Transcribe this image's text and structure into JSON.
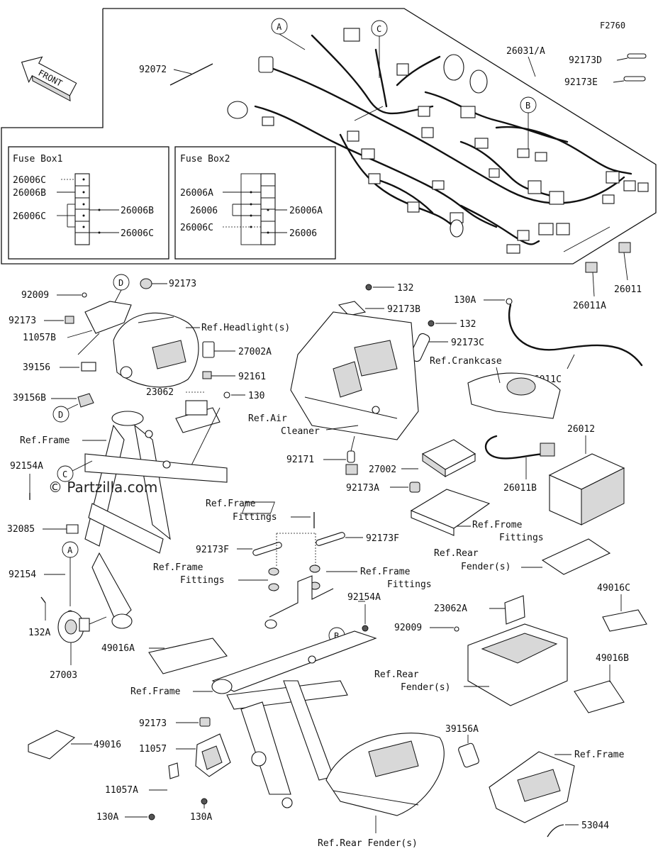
{
  "diagram_id": "F2760",
  "front_label": "FRONT",
  "watermark": "© Partzilla.com",
  "fuse_box1": {
    "title": "Fuse Box1",
    "left": [
      "26006C",
      "26006B",
      "26006C"
    ],
    "right": [
      "26006B",
      "26006C"
    ]
  },
  "fuse_box2": {
    "title": "Fuse Box2",
    "left": [
      "26006A",
      "26006",
      "26006C"
    ],
    "right": [
      "26006A",
      "26006"
    ]
  },
  "callouts": {
    "A": "A",
    "B": "B",
    "C": "C",
    "D": "D"
  },
  "labels": {
    "p92072": "92072",
    "p26031A": "26031/A",
    "p92173D": "92173D",
    "p92173E": "92173E",
    "p26011": "26011",
    "p26011A": "26011A",
    "p92009a": "92009",
    "p92173a": "92173",
    "p92173b": "92173",
    "p11057B": "11057B",
    "p39156": "39156",
    "p39156B": "39156B",
    "refHeadlight": "Ref.Headlight(s)",
    "p27002A": "27002A",
    "p92161": "92161",
    "p23062": "23062",
    "p130": "130",
    "refFrame1": "Ref.Frame",
    "p92154A": "92154A",
    "p32085": "32085",
    "p92154": "92154",
    "p132A": "132A",
    "p27003": "27003",
    "p132a": "132",
    "p132b": "132",
    "p92173B": "92173B",
    "p92173C": "92173C",
    "refAir1": "Ref.Air",
    "refAir2": "Cleaner",
    "p92171": "92171",
    "p130A1": "130A",
    "refCrankcase": "Ref.Crankcase",
    "p26011C": "26011C",
    "p26012": "26012",
    "p27002": "27002",
    "p92173A": "92173A",
    "p26011B": "26011B",
    "refFromeFit1": "Ref.Frome",
    "refFromeFit2": "Fittings",
    "refRearFender1a": "Ref.Rear",
    "refRearFender1b": "Fender(s)",
    "refFrameFit1a": "Ref.Frame",
    "refFrameFit1b": "Fittings",
    "p92173F1": "92173F",
    "p92173F2": "92173F",
    "refFrameFit2a": "Ref.Frame",
    "refFrameFit2b": "Fittings",
    "refFrameFit3a": "Ref.Frame",
    "refFrameFit3b": "Fittings",
    "p92154A2": "92154A",
    "p49016C": "49016C",
    "p23062A": "23062A",
    "p92009b": "92009",
    "p49016A": "49016A",
    "refRearFender2a": "Ref.Rear",
    "refRearFender2b": "Fender(s)",
    "p49016B": "49016B",
    "refFrame2": "Ref.Frame",
    "p92173c": "92173",
    "p39156A": "39156A",
    "p49016": "49016",
    "p11057": "11057",
    "p11057A": "11057A",
    "p130A2": "130A",
    "p130A3": "130A",
    "refRearFender3": "Ref.Rear Fender(s)",
    "refFrame3": "Ref.Frame",
    "p53044": "53044"
  }
}
